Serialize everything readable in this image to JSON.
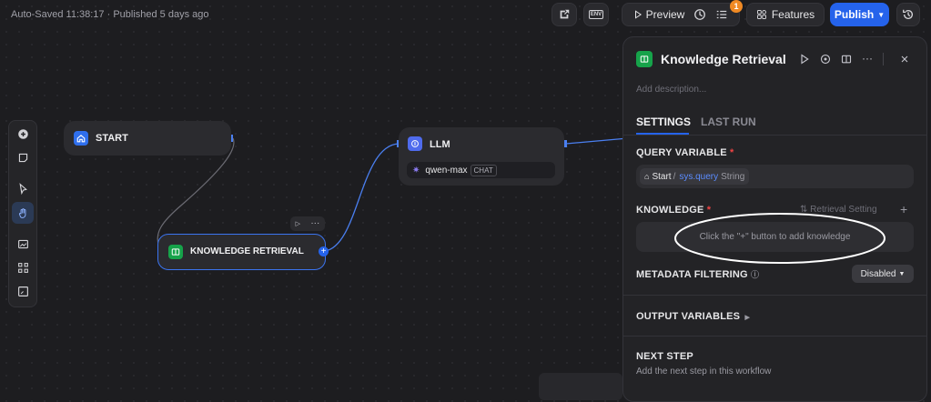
{
  "header": {
    "autosave": "Auto-Saved 11:38:17 · Published 5 days ago",
    "preview_label": "Preview",
    "checklist_badge": "1",
    "features_label": "Features",
    "publish_label": "Publish",
    "env_label": "ENV"
  },
  "nodes": {
    "start": {
      "title": "START"
    },
    "llm": {
      "title": "LLM",
      "model": "qwen-max",
      "mode_chip": "CHAT"
    },
    "knowledge": {
      "title": "KNOWLEDGE RETRIEVAL"
    }
  },
  "panel": {
    "title": "Knowledge Retrieval",
    "description_placeholder": "Add description...",
    "tabs": [
      "SETTINGS",
      "LAST RUN"
    ],
    "query_variable": {
      "label": "QUERY VARIABLE",
      "required_mark": "*",
      "node": "Start",
      "separator": "/",
      "variable": "sys.query",
      "type": "String"
    },
    "knowledge": {
      "label": "KNOWLEDGE",
      "required_mark": "*",
      "retrieval_setting": "Retrieval Setting",
      "add": "+",
      "empty_hint": "Click the \"+\" button to add knowledge"
    },
    "metadata": {
      "label": "METADATA FILTERING",
      "value": "Disabled"
    },
    "output": {
      "label": "OUTPUT VARIABLES"
    },
    "next_step": {
      "label": "NEXT STEP",
      "desc": "Add the next step in this workflow"
    }
  },
  "colors": {
    "accent": "#2563eb",
    "start_icon": "#2f6fed",
    "llm_icon": "#4f6bed",
    "knowledge_icon": "#16a34a",
    "required": "#ef4444"
  }
}
